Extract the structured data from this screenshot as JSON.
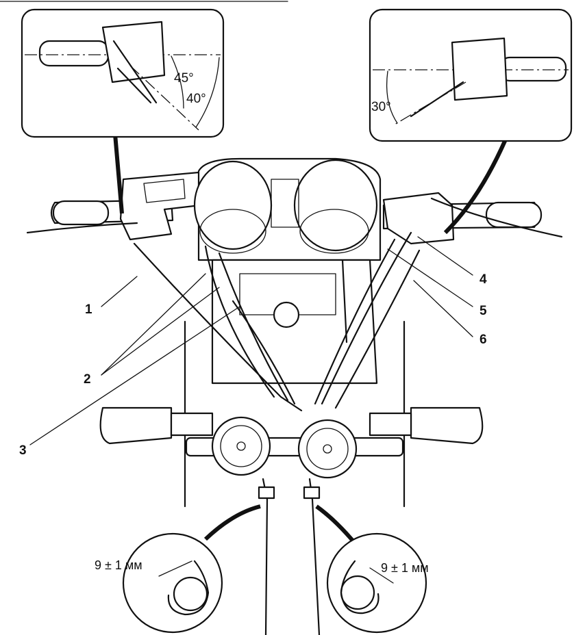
{
  "inset_left": {
    "angles": [
      "45°",
      "40°"
    ]
  },
  "inset_right": {
    "angles": [
      "30°"
    ]
  },
  "callouts": [
    "1",
    "2",
    "3",
    "4",
    "5",
    "6"
  ],
  "detail_left": {
    "dimension": "9 ± 1 мм"
  },
  "detail_right": {
    "dimension": "9 ± 1 мм"
  }
}
